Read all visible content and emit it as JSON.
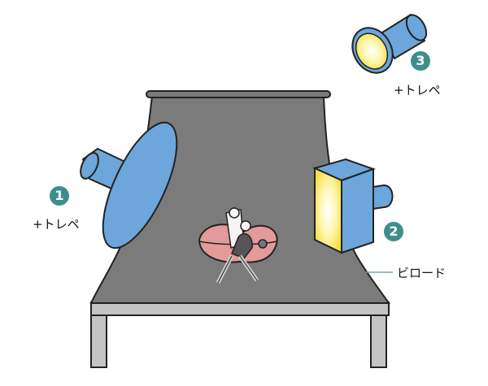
{
  "colors": {
    "backdrop": "#7b7b7b",
    "light_body": "#6ca6da",
    "glow": "#fff27a",
    "badge": "#3e8e8d",
    "table": "#c4c4c4"
  },
  "lights": [
    {
      "number": "1",
      "label": "+トレペ"
    },
    {
      "number": "2"
    },
    {
      "number": "3",
      "label": "+トレペ"
    }
  ],
  "backdrop_label": "ビロード"
}
